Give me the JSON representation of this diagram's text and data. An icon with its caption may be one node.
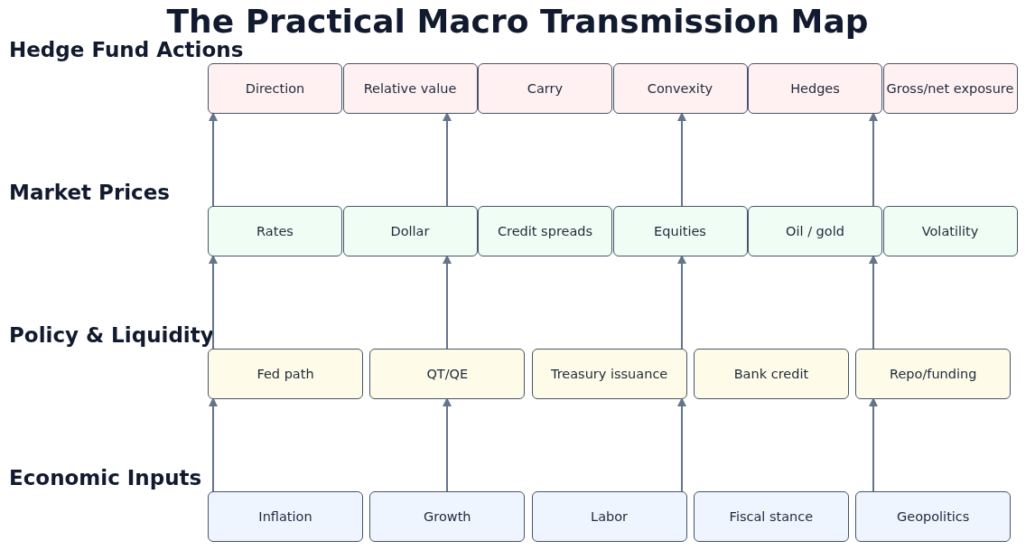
{
  "diagram": {
    "title": "The Practical Macro Transmission Map",
    "nodes": [
      {
        "text": [
          "Direction"
        ]
      },
      {
        "text": [
          "Relative value"
        ]
      },
      {
        "text": [
          "Carry"
        ]
      },
      {
        "text": [
          "Convexity"
        ]
      },
      {
        "text": [
          "Hedges"
        ]
      },
      {
        "text": [
          "Gross/net exposure"
        ]
      },
      {
        "text": [
          "Rates"
        ]
      },
      {
        "text": [
          "Dollar"
        ]
      },
      {
        "text": [
          "Credit spreads"
        ]
      },
      {
        "text": [
          "Equities"
        ]
      },
      {
        "text": [
          "Oil / gold"
        ]
      },
      {
        "text": [
          "Volatility"
        ]
      },
      {
        "text": [
          "Fed path"
        ]
      },
      {
        "text": [
          "QT/QE"
        ]
      },
      {
        "text": [
          "Treasury issuance"
        ]
      },
      {
        "text": [
          "Bank credit"
        ]
      },
      {
        "text": [
          "Repo/funding"
        ]
      },
      {
        "text": [
          "Inflation"
        ]
      },
      {
        "text": [
          "Growth"
        ]
      },
      {
        "text": [
          "Labor"
        ]
      },
      {
        "text": [
          "Fiscal stance"
        ]
      },
      {
        "text": [
          "Geopolitics"
        ]
      }
    ],
    "edges": [
      {
        "from": 6,
        "to": 0,
        "arrow": "to"
      },
      {
        "from": 7,
        "to": 1,
        "arrow": "to"
      },
      {
        "from": 9,
        "to": 3,
        "arrow": "to"
      },
      {
        "from": 10,
        "to": 4,
        "arrow": "to"
      },
      {
        "from": 12,
        "to": 6,
        "arrow": "to"
      },
      {
        "from": 13,
        "to": 7,
        "arrow": "to"
      },
      {
        "from": 14,
        "to": 9,
        "arrow": "to"
      },
      {
        "from": 16,
        "to": 10,
        "arrow": "to"
      },
      {
        "from": 17,
        "to": 12,
        "arrow": "to"
      },
      {
        "from": 18,
        "to": 13,
        "arrow": "to"
      },
      {
        "from": 19,
        "to": 14,
        "arrow": "to"
      },
      {
        "from": 21,
        "to": 16,
        "arrow": "to"
      }
    ],
    "labels": [
      "Hedge Fund Actions",
      "Market Prices",
      "Policy & Liquidity",
      "Economic Inputs"
    ]
  }
}
